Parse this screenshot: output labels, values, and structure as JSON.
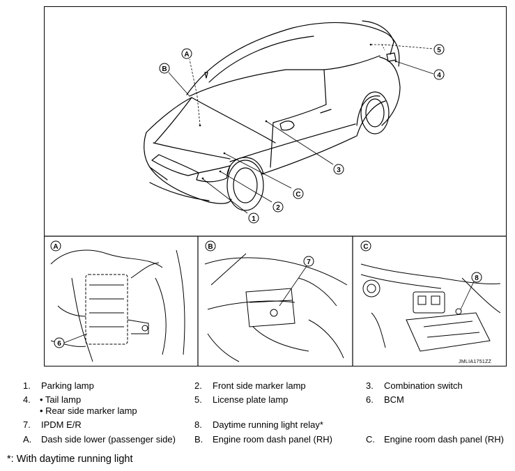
{
  "callouts": {
    "c1": "1",
    "c2": "2",
    "c3": "3",
    "c4": "4",
    "c5": "5",
    "c6": "6",
    "c7": "7",
    "c8": "8",
    "cA": "A",
    "cB": "B",
    "cC": "C"
  },
  "image_code": "JMLIA1751ZZ",
  "legend": [
    {
      "num": "1.",
      "label": "Parking lamp"
    },
    {
      "num": "2.",
      "label": "Front side marker lamp"
    },
    {
      "num": "3.",
      "label": "Combination switch"
    },
    {
      "num": "4.",
      "label": "• Tail lamp",
      "label2": "• Rear side marker lamp"
    },
    {
      "num": "5.",
      "label": "License plate lamp"
    },
    {
      "num": "6.",
      "label": "BCM"
    },
    {
      "num": "7.",
      "label": "IPDM E/R"
    },
    {
      "num": "8.",
      "label": "Daytime running light relay*"
    },
    {
      "num": "A.",
      "label": "Dash side lower (passenger side)"
    },
    {
      "num": "B.",
      "label": "Engine room dash panel (RH)"
    },
    {
      "num": "C.",
      "label": "Engine room dash panel (RH)"
    }
  ],
  "footnote": "*: With daytime running light"
}
